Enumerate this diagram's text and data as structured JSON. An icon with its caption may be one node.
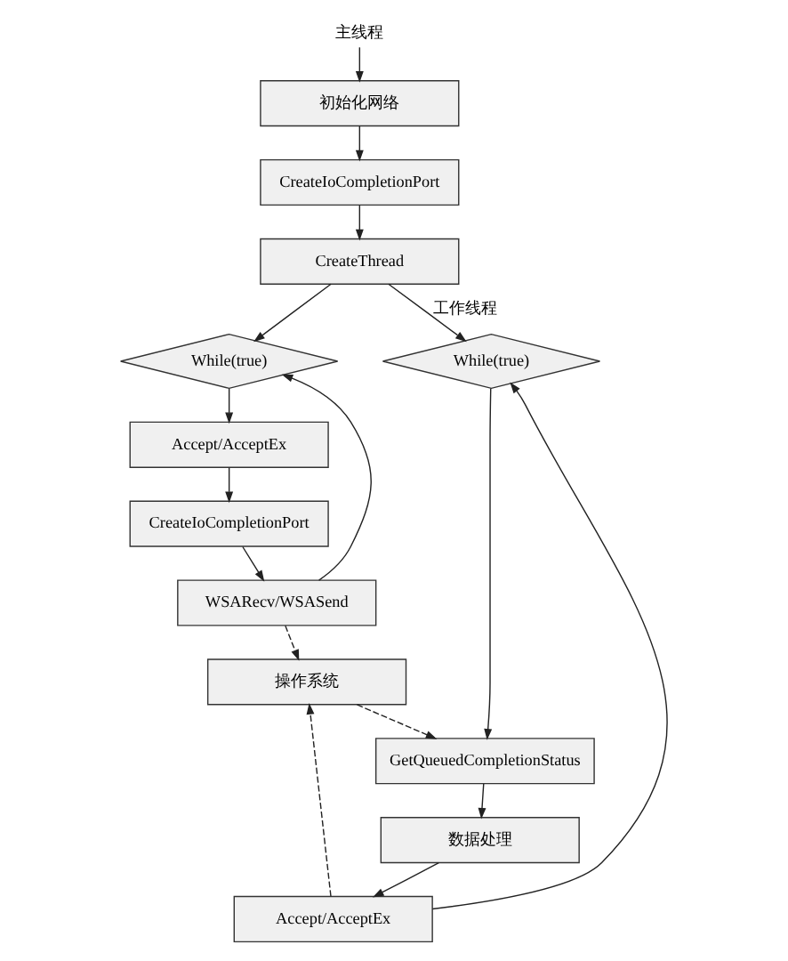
{
  "diagram": {
    "nodes": [
      {
        "text": [
          "主线程"
        ]
      },
      {
        "text": [
          "初始化网络"
        ]
      },
      {
        "text": [
          "CreateIoCompletionPort"
        ]
      },
      {
        "text": [
          "CreateThread"
        ]
      },
      {
        "text": [
          "While(true)"
        ]
      },
      {
        "text": [
          "Accept/AcceptEx"
        ]
      },
      {
        "text": [
          "CreateIoCompletionPort"
        ]
      },
      {
        "text": [
          "WSARecv/WSASend"
        ]
      },
      {
        "text": [
          "While(true)"
        ]
      },
      {
        "text": [
          "GetQueuedCompletionStatus"
        ]
      },
      {
        "text": [
          "数据处理"
        ]
      },
      {
        "text": [
          "Accept/AcceptEx"
        ]
      },
      {
        "text": [
          "操作系统"
        ]
      }
    ],
    "edges": [
      {
        "from": 0,
        "to": 1,
        "arrow": "to"
      },
      {
        "from": 1,
        "to": 2,
        "arrow": "to"
      },
      {
        "from": 2,
        "to": 3,
        "arrow": "to"
      },
      {
        "from": 3,
        "to": 4,
        "arrow": "to"
      },
      {
        "from": 3,
        "to": 8,
        "arrow": "to",
        "label": "工作线程"
      },
      {
        "from": 4,
        "to": 5,
        "arrow": "to"
      },
      {
        "from": 5,
        "to": 6,
        "arrow": "to"
      },
      {
        "from": 6,
        "to": 7,
        "arrow": "to"
      },
      {
        "from": 7,
        "to": 4,
        "arrow": "to"
      },
      {
        "from": 8,
        "to": 9,
        "arrow": "to"
      },
      {
        "from": 9,
        "to": 10,
        "arrow": "to"
      },
      {
        "from": 10,
        "to": 11,
        "arrow": "to"
      },
      {
        "from": 11,
        "to": 8,
        "arrow": "to"
      },
      {
        "from": 7,
        "to": 12,
        "arrow": "to",
        "style": "dashed"
      },
      {
        "from": 11,
        "to": 12,
        "arrow": "to",
        "style": "dashed"
      },
      {
        "from": 12,
        "to": 9,
        "arrow": "to",
        "style": "dashed"
      }
    ]
  }
}
